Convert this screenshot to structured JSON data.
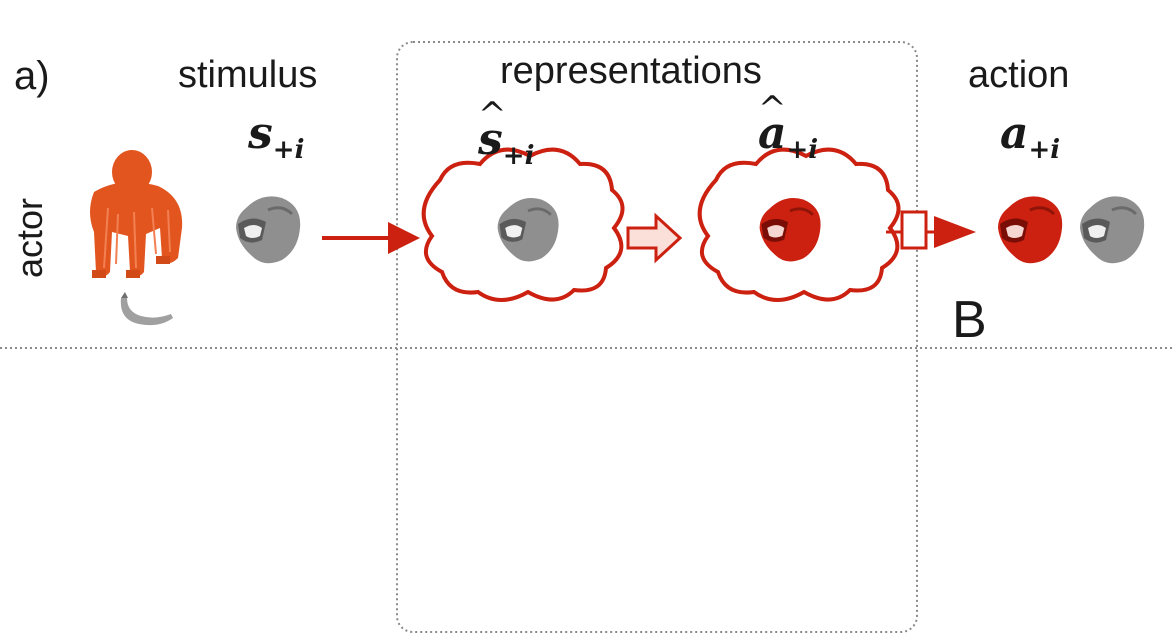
{
  "panel_label": "a)",
  "columns": {
    "stimulus": "stimulus",
    "representations": "representations",
    "action": "action"
  },
  "math": {
    "stimulus_var": "s",
    "stimulus_hat_var": "s",
    "action_hat_var": "a",
    "action_var": "a",
    "subscript": "+i",
    "hat_glyph": "^"
  },
  "row_label": "actor",
  "marker": "B",
  "colors": {
    "accent_red": "#cc2010",
    "orange": "#e2551f",
    "grey": "#8f8f8f",
    "dotted": "#8a8a8a"
  },
  "icons": [
    "chimpanzee-icon",
    "banana-icon",
    "grey-face-icon",
    "red-face-icon",
    "thought-cloud-icon",
    "arrow-icon"
  ]
}
